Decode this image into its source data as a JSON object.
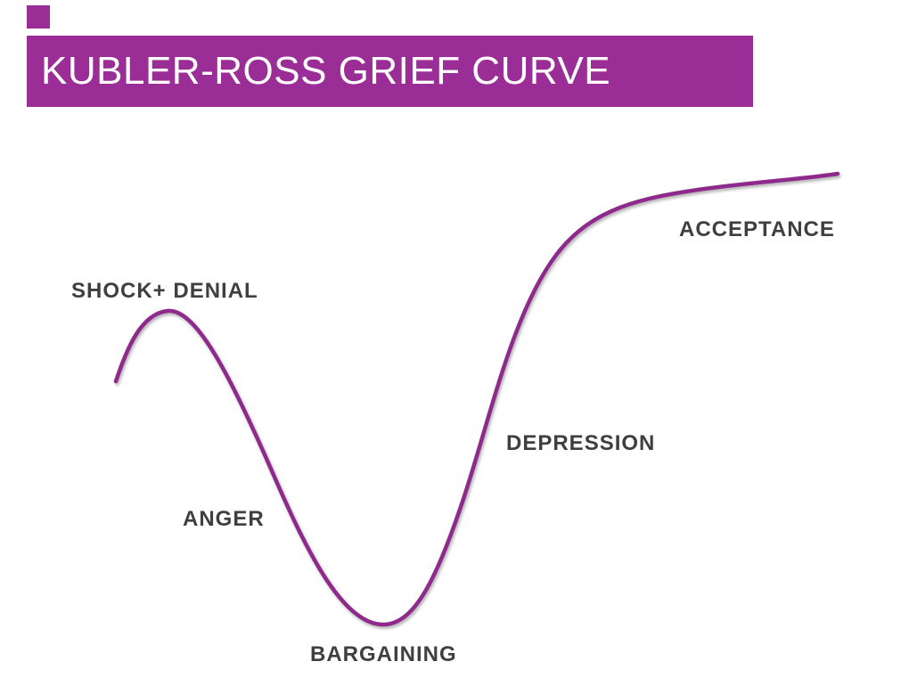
{
  "title": "KUBLER-ROSS GRIEF CURVE",
  "stages": {
    "shock_denial": "SHOCK+ DENIAL",
    "anger": "ANGER",
    "bargaining": "BARGAINING",
    "depression": "DEPRESSION",
    "acceptance": "ACCEPTANCE"
  },
  "stage_order": [
    "SHOCK+ DENIAL",
    "ANGER",
    "BARGAINING",
    "DEPRESSION",
    "ACCEPTANCE"
  ],
  "curve_description": "Emotional level starts mid-high, peaks slightly at shock/denial, falls through anger to the lowest point at bargaining, rises steeply through depression and levels off at its highest point at acceptance.",
  "colors": {
    "accent": "#9a2d96",
    "curve": "#8e2a8c",
    "label_text": "#3f3f3f",
    "title_text": "#ffffff",
    "background": "#ffffff"
  }
}
